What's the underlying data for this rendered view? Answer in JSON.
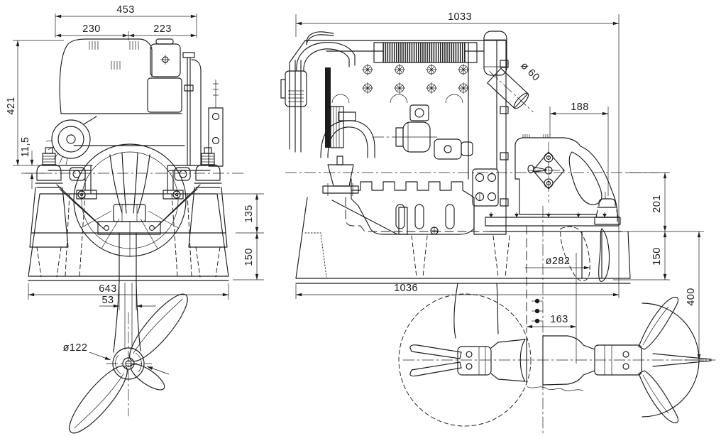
{
  "drawing": {
    "background": "#ffffff",
    "line_color": "#1c1c1c",
    "views": {
      "front": {
        "dims": {
          "overall_width": "453",
          "width_left_of_cl": "230",
          "width_right_of_cl": "223",
          "overall_height": "421",
          "mount_to_crank_offset": "11,5",
          "mount_flange_height": "135",
          "flange_to_base": "150",
          "base_width": "643",
          "leg_width": "53",
          "prop_hub_diameter": "ø122"
        }
      },
      "side": {
        "dims": {
          "overall_length": "1033",
          "exhaust_diameter": "ø 60",
          "drive_to_mount_span": "188",
          "crank_to_flange": "201",
          "flange_to_base": "150",
          "flange_to_prop_axis": "400",
          "base_length": "1036",
          "propeller_diameter": "ø282",
          "leg_chord": "163"
        }
      }
    }
  }
}
